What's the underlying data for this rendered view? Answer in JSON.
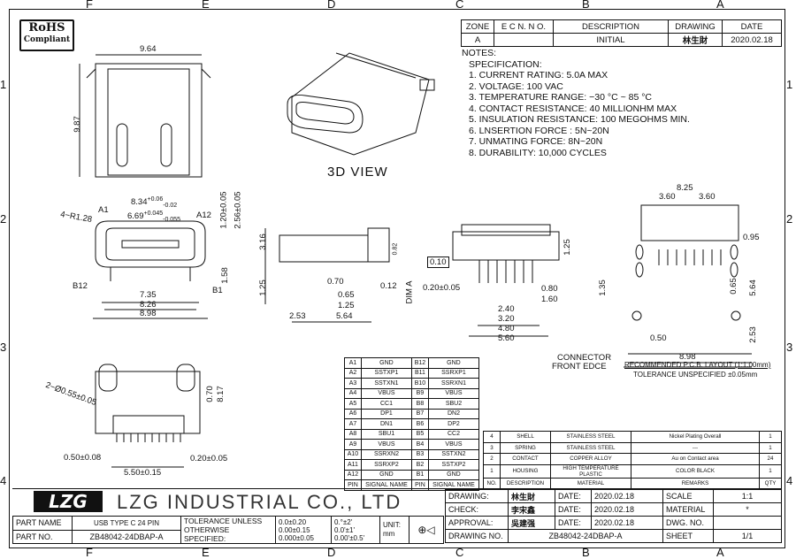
{
  "border_letters_top": [
    "F",
    "E",
    "D",
    "C",
    "B",
    "A"
  ],
  "border_letters_bottom": [
    "F",
    "E",
    "D",
    "C",
    "B",
    "A"
  ],
  "border_numbers": [
    "1",
    "2",
    "3",
    "4"
  ],
  "rohs": {
    "line1": "RoHS",
    "line2": "Compliant"
  },
  "revision": {
    "headers": [
      "ZONE",
      "E C N. N O.",
      "DESCRIPTION",
      "DRAWING",
      "DATE"
    ],
    "row": [
      "A",
      "",
      "INITIAL",
      "林生財",
      "2020.02.18"
    ]
  },
  "notes": {
    "title": "NOTES:",
    "spec_title": "SPECIFICATION:",
    "items": [
      "1. CURRENT RATING: 5.0A MAX",
      "2. VOLTAGE: 100 VAC",
      "3. TEMPERATURE RANGE: −30 °C ~ 85 °C",
      "4. CONTACT RESISTANCE: 40 MILLIONHM MAX",
      "5. INSULATION RESISTANCE: 100 MEGOHMS MIN.",
      "6. LNSERTION FORCE : 5N~20N",
      "7. UNMATING FORCE: 8N~20N",
      "8. DURABILITY:    10,000 CYCLES"
    ]
  },
  "view_label": "3D VIEW",
  "dimensions": {
    "top_width": "9.64",
    "top_height": "9.87",
    "front_834": "8.34",
    "front_834_tol_plus": "+0.06",
    "front_834_tol_minus": "-0.02",
    "front_669": "6.69",
    "front_669_tol_plus": "+0.045",
    "front_669_tol_minus": "-0.055",
    "r128": "4−R1.28",
    "a1": "A1",
    "a12": "A12",
    "b12": "B12",
    "b1": "B1",
    "d120": "1.20±0.05",
    "d256": "2.56±0.05",
    "d158": "1.58",
    "d735": "7.35",
    "d826": "8.26",
    "d898": "8.98",
    "side_316": "3.16",
    "side_125": "1.25",
    "side_070": "0.70",
    "side_065": "0.65",
    "side_125b": "1.25",
    "side_012": "0.12",
    "side_253": "2.53",
    "side_564": "5.64",
    "side_082": "0.82",
    "dim_a": "DIM A",
    "flat": "0.10",
    "end_125": "1.25",
    "end_020": "0.20±0.05",
    "end_080": "0.80",
    "end_160": "1.60",
    "end_240": "2.40",
    "end_320": "3.20",
    "end_480": "4.80",
    "end_560": "5.60",
    "bot_055": "2−Ø0.55±0.05",
    "bot_070": "0.70",
    "bot_817": "8.17",
    "bot_050": "0.50±0.08",
    "bot_550": "5.50±0.15",
    "bot_020": "0.20±0.05",
    "pcb_825": "8.25",
    "pcb_360a": "3.60",
    "pcb_360b": "3.60",
    "pcb_095": "0.95",
    "pcb_564": "5.64",
    "pcb_898": "8.98",
    "pcb_050": "0.50",
    "pcb_253": "2.53",
    "pcb_065": "0.65",
    "pcb_135": "1.35",
    "connector_front_edge_1": "CONNECTOR",
    "connector_front_edge_2": "FRONT EDCE",
    "pcb_layout": "RECOMMENDED P.C.B. LAYOUT (1:1.00mm)",
    "tolerance_note": "TOLERANCE UNSPECIFIED ±0.05mm"
  },
  "pin_table": {
    "rows": [
      [
        "A1",
        "GND",
        "B12",
        "GND"
      ],
      [
        "A2",
        "SSTXP1",
        "B11",
        "SSRXP1"
      ],
      [
        "A3",
        "SSTXN1",
        "B10",
        "SSRXN1"
      ],
      [
        "A4",
        "VBUS",
        "B9",
        "VBUS"
      ],
      [
        "A5",
        "CC1",
        "B8",
        "SBU2"
      ],
      [
        "A6",
        "DP1",
        "B7",
        "DN2"
      ],
      [
        "A7",
        "DN1",
        "B6",
        "DP2"
      ],
      [
        "A8",
        "SBU1",
        "B5",
        "CC2"
      ],
      [
        "A9",
        "VBUS",
        "B4",
        "VBUS"
      ],
      [
        "A10",
        "SSRXN2",
        "B3",
        "SSTXN2"
      ],
      [
        "A11",
        "SSRXP2",
        "B2",
        "SSTXP2"
      ],
      [
        "A12",
        "GND",
        "B1",
        "GND"
      ]
    ],
    "footer": [
      "PIN",
      "SIGNAL NAME",
      "PIN",
      "SIGNAL NAME"
    ]
  },
  "bom": {
    "rows": [
      [
        "4",
        "SHELL",
        "STAINLESS STEEL",
        "Nickel Plating Overall",
        "1"
      ],
      [
        "3",
        "SPRING",
        "STAINLESS STEEL",
        "---",
        "1"
      ],
      [
        "2",
        "CONTACT",
        "COPPER ALLOY",
        "Au on Contact area",
        "24"
      ],
      [
        "1",
        "HOUSING",
        "HIGH TEMPERATURE PLASTIC",
        "COLOR BLACK",
        "1"
      ]
    ],
    "footer": [
      "NO.",
      "DESCRIPTION",
      "MATERIAL",
      "REMARKS",
      "QTY"
    ]
  },
  "title_block": {
    "logo": "LZG",
    "company": "LZG INDUSTRIAL  CO.,  LTD",
    "drawing_label": "DRAWING:",
    "drawing_name": "林生財",
    "check_label": "CHECK:",
    "check_name": "李宋鑫",
    "approval_label": "APPROVAL:",
    "approval_name": "吳建强",
    "date_label": "DATE:",
    "date1": "2020.02.18",
    "date2": "2020.02.18",
    "date3": "2020.02.18",
    "scale_label": "SCALE",
    "scale_value": "1:1",
    "material_label": "MATERIAL",
    "material_value": "*",
    "dwg_label": "DWG. NO.",
    "dwg_value": "",
    "sheet_label": "SHEET",
    "sheet_value": "1/1",
    "part_name_label": "PART NAME",
    "part_name": "USB TYPE C 24 PIN",
    "part_no_label": "PART NO.",
    "part_no": "ZB48042-24DBAP-A",
    "tolerance_line1": "TOLERANCE UNLESS",
    "tolerance_line2": "OTHERWISE SPECIFIED:",
    "tol_a": "0.0±0.20",
    "tol_b": "0.00±0.15",
    "tol_c": "0.000±0.05",
    "ang_a": "0.°±2'",
    "ang_b": "0.0'±1'",
    "ang_c": "0.00'±0.5'",
    "unit_label": "UNIT:",
    "unit_value": "mm",
    "drawing_no_label": "DRAWING NO.",
    "drawing_no": "ZB48042-24DBAP-A"
  }
}
